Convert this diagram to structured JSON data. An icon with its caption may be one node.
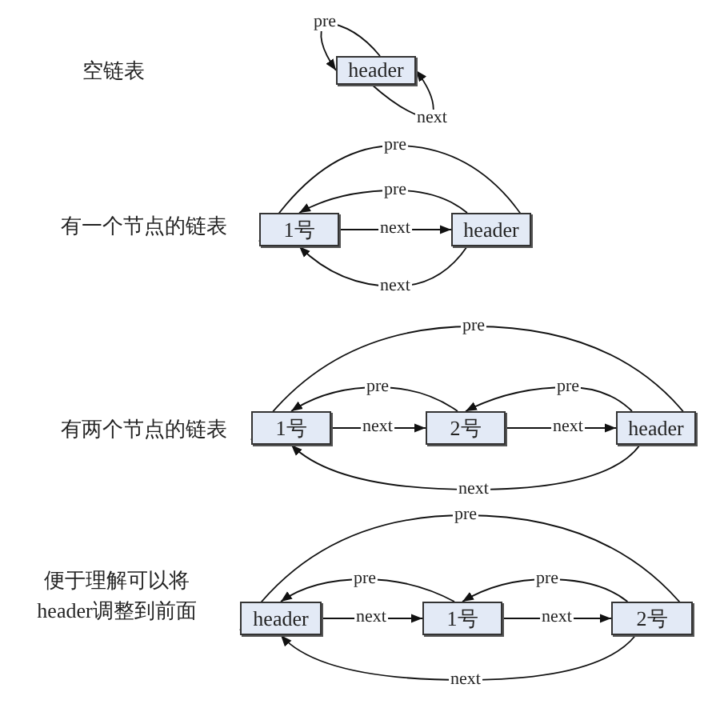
{
  "diagram": {
    "nodes": [
      {
        "text": [
          "header"
        ]
      },
      {
        "text": [
          "1号"
        ]
      },
      {
        "text": [
          "header"
        ]
      },
      {
        "text": [
          "1号"
        ]
      },
      {
        "text": [
          "2号"
        ]
      },
      {
        "text": [
          "header"
        ]
      },
      {
        "text": [
          "header"
        ]
      },
      {
        "text": [
          "1号"
        ]
      },
      {
        "text": [
          "2号"
        ]
      }
    ],
    "edges": [
      {
        "from": 0,
        "to": 0,
        "label": "pre",
        "arrow": "to"
      },
      {
        "from": 0,
        "to": 0,
        "label": "next",
        "arrow": "to"
      },
      {
        "from": 1,
        "to": 2,
        "label": "pre",
        "arrow": "to"
      },
      {
        "from": 2,
        "to": 1,
        "label": "pre",
        "arrow": "to"
      },
      {
        "from": 1,
        "to": 2,
        "label": "next",
        "arrow": "to"
      },
      {
        "from": 2,
        "to": 1,
        "label": "next",
        "arrow": "to"
      },
      {
        "from": 3,
        "to": 5,
        "label": "pre",
        "arrow": "to"
      },
      {
        "from": 4,
        "to": 3,
        "label": "pre",
        "arrow": "to"
      },
      {
        "from": 5,
        "to": 4,
        "label": "pre",
        "arrow": "to"
      },
      {
        "from": 3,
        "to": 4,
        "label": "next",
        "arrow": "to"
      },
      {
        "from": 4,
        "to": 5,
        "label": "next",
        "arrow": "to"
      },
      {
        "from": 5,
        "to": 3,
        "label": "next",
        "arrow": "to"
      },
      {
        "from": 6,
        "to": 8,
        "label": "pre",
        "arrow": "to"
      },
      {
        "from": 7,
        "to": 6,
        "label": "pre",
        "arrow": "to"
      },
      {
        "from": 8,
        "to": 7,
        "label": "pre",
        "arrow": "to"
      },
      {
        "from": 6,
        "to": 7,
        "label": "next",
        "arrow": "to"
      },
      {
        "from": 7,
        "to": 8,
        "label": "next",
        "arrow": "to"
      },
      {
        "from": 8,
        "to": 6,
        "label": "next",
        "arrow": "to"
      }
    ],
    "labels": [
      "空链表",
      "有一个节点的链表",
      "有两个节点的链表",
      "便于理解可以将header调整到前面"
    ]
  }
}
